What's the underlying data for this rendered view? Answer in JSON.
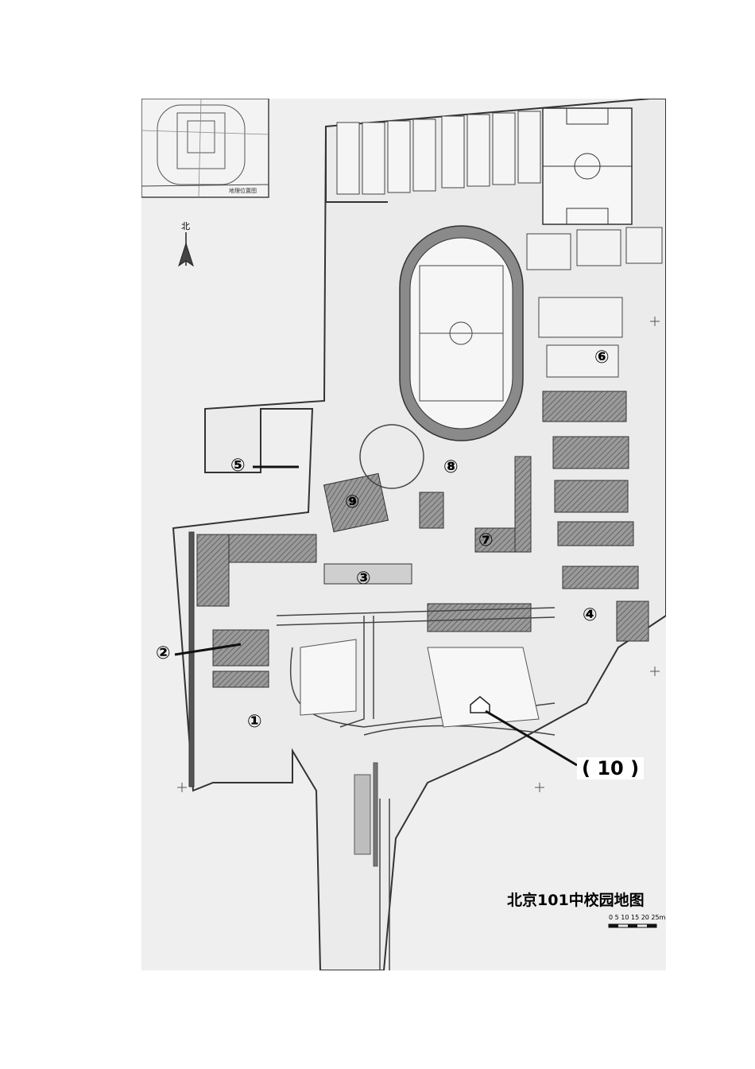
{
  "map": {
    "title": "北京101中校园地图",
    "scale_text": "0 5 10 15 20 25m",
    "north_label": "北",
    "inset_caption": "地理位置图",
    "markers": [
      {
        "id": "1",
        "label": "①"
      },
      {
        "id": "2",
        "label": "②"
      },
      {
        "id": "3",
        "label": "③"
      },
      {
        "id": "4",
        "label": "④"
      },
      {
        "id": "5",
        "label": "⑤"
      },
      {
        "id": "6",
        "label": "⑥"
      },
      {
        "id": "7",
        "label": "⑦"
      },
      {
        "id": "8",
        "label": "⑧"
      },
      {
        "id": "9",
        "label": "⑨"
      },
      {
        "id": "10",
        "label": "( 10 )"
      }
    ]
  },
  "colors": {
    "background": "#ffffff",
    "map_paper": "#efefef",
    "building_fill": "#8c8c8c",
    "line": "#333333",
    "track": "#7a7a7a"
  }
}
